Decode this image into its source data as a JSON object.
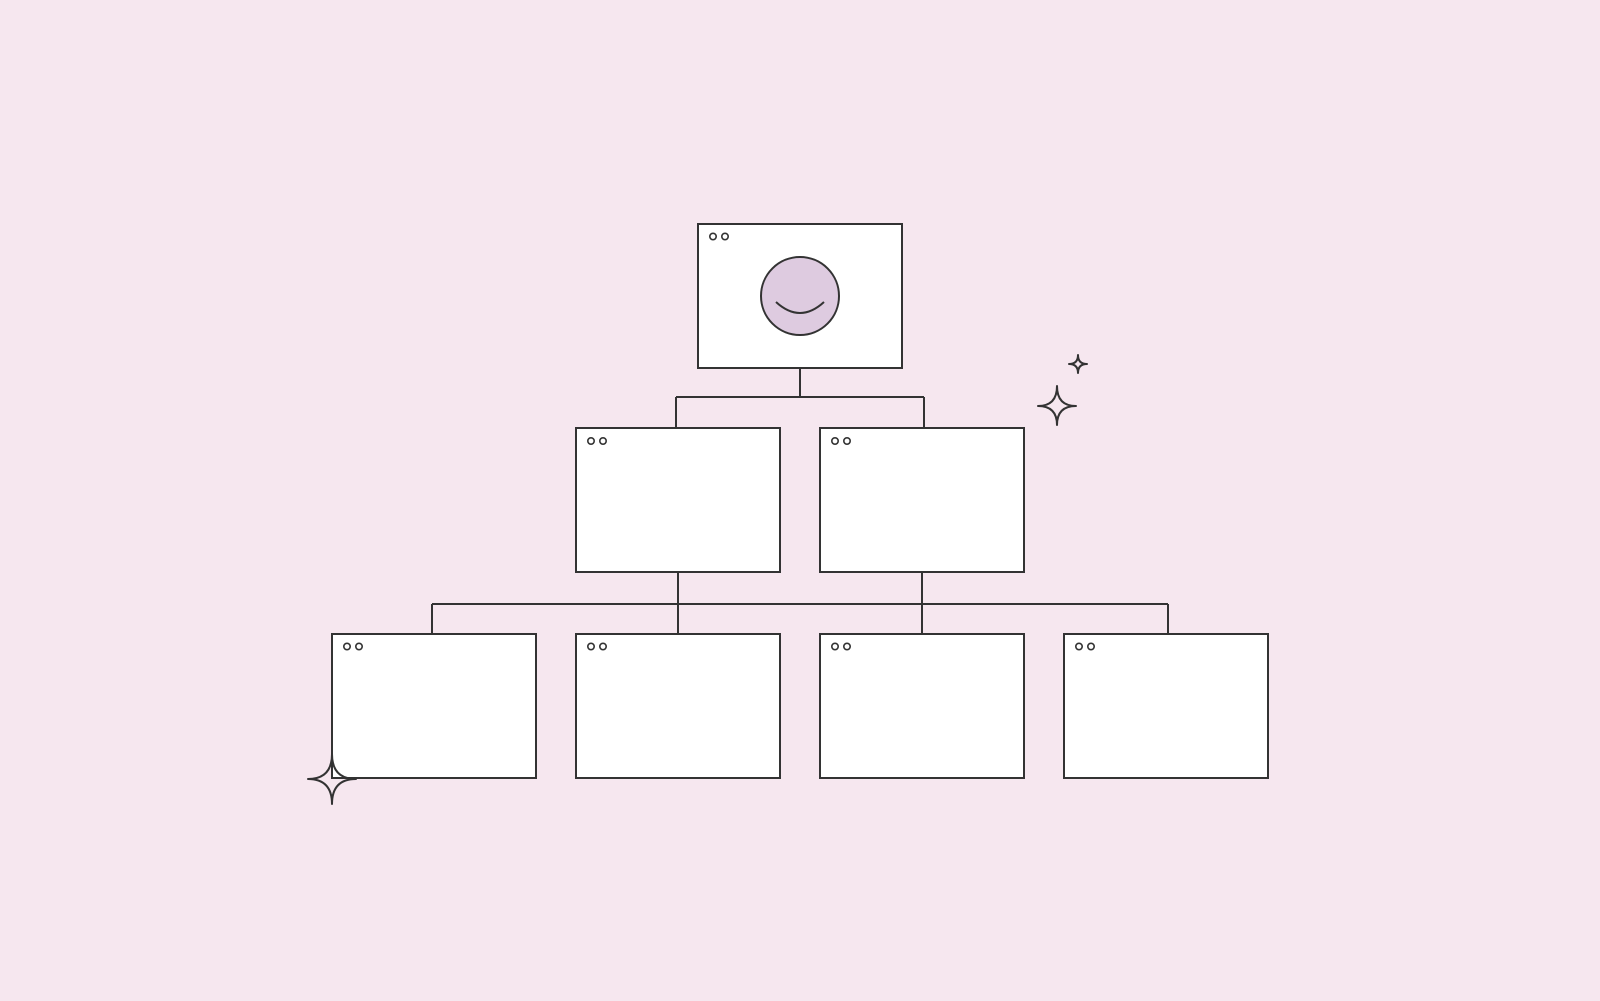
{
  "colors": {
    "background": "#f6e7ef",
    "stroke": "#333333",
    "window_fill": "#ffffff",
    "face_fill": "#decbe0"
  },
  "icons": {
    "avatar": "smiley-face-icon",
    "window_controls": "two-circle-dots-icon",
    "decoration": "four-point-sparkle-icon"
  },
  "hierarchy": {
    "root": "window-with-avatar",
    "children_per_level": [
      1,
      2,
      4
    ]
  }
}
